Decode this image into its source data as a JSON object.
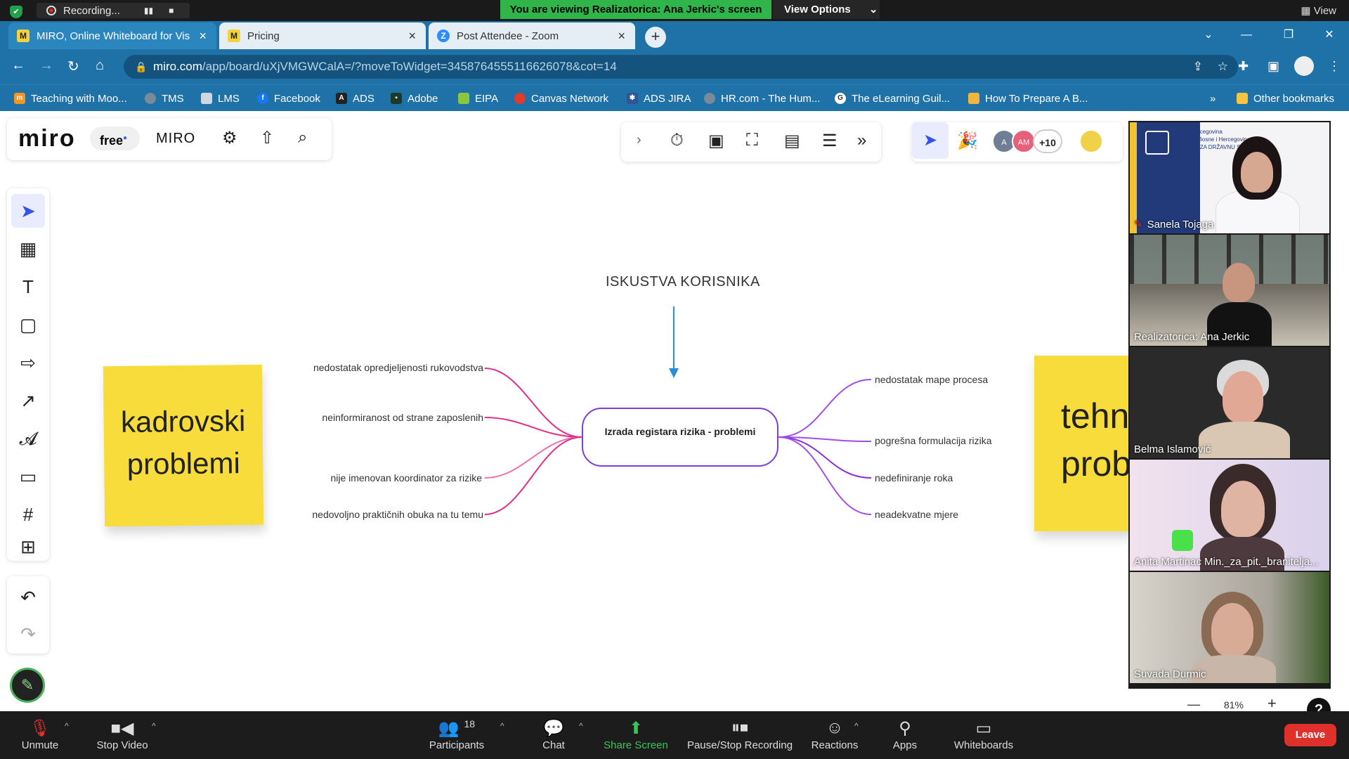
{
  "zoom_top": {
    "recording_label": "Recording...",
    "banner": "You are viewing Realizatorica: Ana Jerkic's screen",
    "view_options": "View Options",
    "view": "View"
  },
  "tabs": [
    {
      "label": "MIRO, Online Whiteboard for Vis"
    },
    {
      "label": "Pricing"
    },
    {
      "label": "Post Attendee - Zoom"
    }
  ],
  "address": {
    "url_host": "miro.com",
    "url_path": "/app/board/uXjVMGWCalA=/?moveToWidget=3458764555116626078&cot=14"
  },
  "bookmarks": [
    {
      "label": "Teaching with Moo..."
    },
    {
      "label": "TMS"
    },
    {
      "label": "LMS"
    },
    {
      "label": "Facebook"
    },
    {
      "label": "ADS"
    },
    {
      "label": "Adobe"
    },
    {
      "label": "EIPA"
    },
    {
      "label": "Canvas Network"
    },
    {
      "label": "ADS JIRA"
    },
    {
      "label": "HR.com - The Hum..."
    },
    {
      "label": "The eLearning Guil..."
    },
    {
      "label": "How To Prepare A B..."
    }
  ],
  "other_bookmarks": "Other bookmarks",
  "miro": {
    "logo": "miro",
    "plan": "free",
    "board_name": "MIRO",
    "avatars": [
      "A",
      "AM"
    ],
    "more_count": "+10",
    "zoom_level": "81%"
  },
  "board": {
    "title": "ISKUSTVA KORISNIKA",
    "center_node": "Izrada registara rizika - problemi",
    "sticky_left": "kadrovski problemi",
    "sticky_right": "tehn probl",
    "left_branches": [
      "nedostatak opredjeljenosti rukovodstva",
      "neinformiranost od strane zaposlenih",
      "nije imenovan koordinator za rizike",
      "nedovoljno praktičnih obuka na tu temu"
    ],
    "right_branches": [
      "nedostatak  mape procesa",
      "pogrešna formulacija rizika",
      "nedefiniranje roka",
      "neadekvatne mjere"
    ]
  },
  "participants": [
    {
      "name": "Sanela Tojaga",
      "slide_text": "Bosna i Hercegovina\nFederacija Bosne i Hercegovine\nAGENCIJA ZA DRŽAVNU SLUŽBU"
    },
    {
      "name": "Realizatorica: Ana Jerkic"
    },
    {
      "name": "Belma Islamović"
    },
    {
      "name": "Anita Martinac Min._za_pit._branitelja..."
    },
    {
      "name": "Suvada Durmic"
    }
  ],
  "zoom_bottom": {
    "unmute": "Unmute",
    "stop_video": "Stop Video",
    "participants": "Participants",
    "participants_count": "18",
    "chat": "Chat",
    "share_screen": "Share Screen",
    "pause_stop": "Pause/Stop Recording",
    "reactions": "Reactions",
    "apps": "Apps",
    "whiteboards": "Whiteboards",
    "leave": "Leave"
  },
  "colors": {
    "accent_zoom_green": "#2fb54a",
    "chrome_blue": "#1f72a8",
    "sticky_yellow": "#f7dc3c",
    "left_branch": "#e0308a",
    "right_branch": "#9b3fe0",
    "arrow_blue": "#2a8fd8",
    "leave_red": "#e0302b"
  }
}
